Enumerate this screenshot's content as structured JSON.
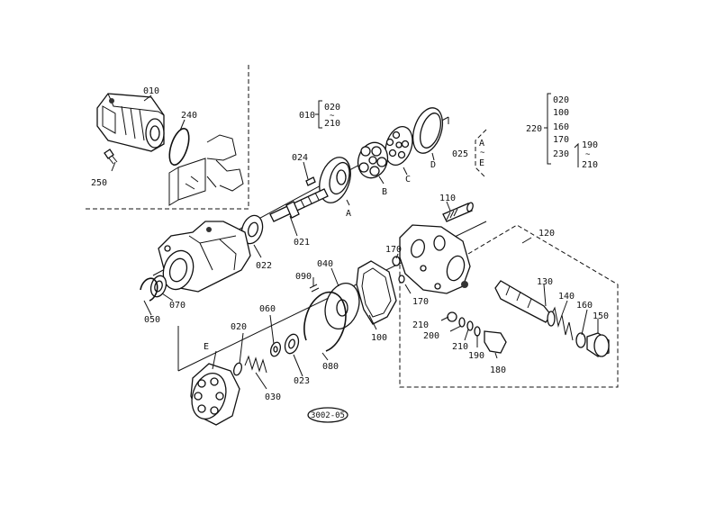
{
  "diagram": {
    "labels": {
      "p010": "010",
      "p240": "240",
      "p250": "250",
      "p010b": "010",
      "p020a": "020",
      "tilde1": "~",
      "p210a": "210",
      "p024": "024",
      "pA": "A",
      "pB": "B",
      "pC": "C",
      "pD": "D",
      "p025": "025",
      "gA": "A",
      "gtilde": "~",
      "gE": "E",
      "p220": "220",
      "s020": "020",
      "s100": "100",
      "s160": "160",
      "s170": "170",
      "s230": "230",
      "s190": "190",
      "stilde": "~",
      "s210": "210",
      "p021": "021",
      "p022": "022",
      "p110": "110",
      "p120": "120",
      "p170a": "170",
      "p170b": "170",
      "p050": "050",
      "p070": "070",
      "p090": "090",
      "p040": "040",
      "p060": "060",
      "p020b": "020",
      "pE": "E",
      "p030": "030",
      "p023": "023",
      "p080": "080",
      "p100": "100",
      "p130": "130",
      "p140": "140",
      "p160": "160",
      "p150": "150",
      "p210b": "210",
      "p200": "200",
      "p210c": "210",
      "p190": "190",
      "p180": "180",
      "stamp": "3002-05"
    }
  }
}
